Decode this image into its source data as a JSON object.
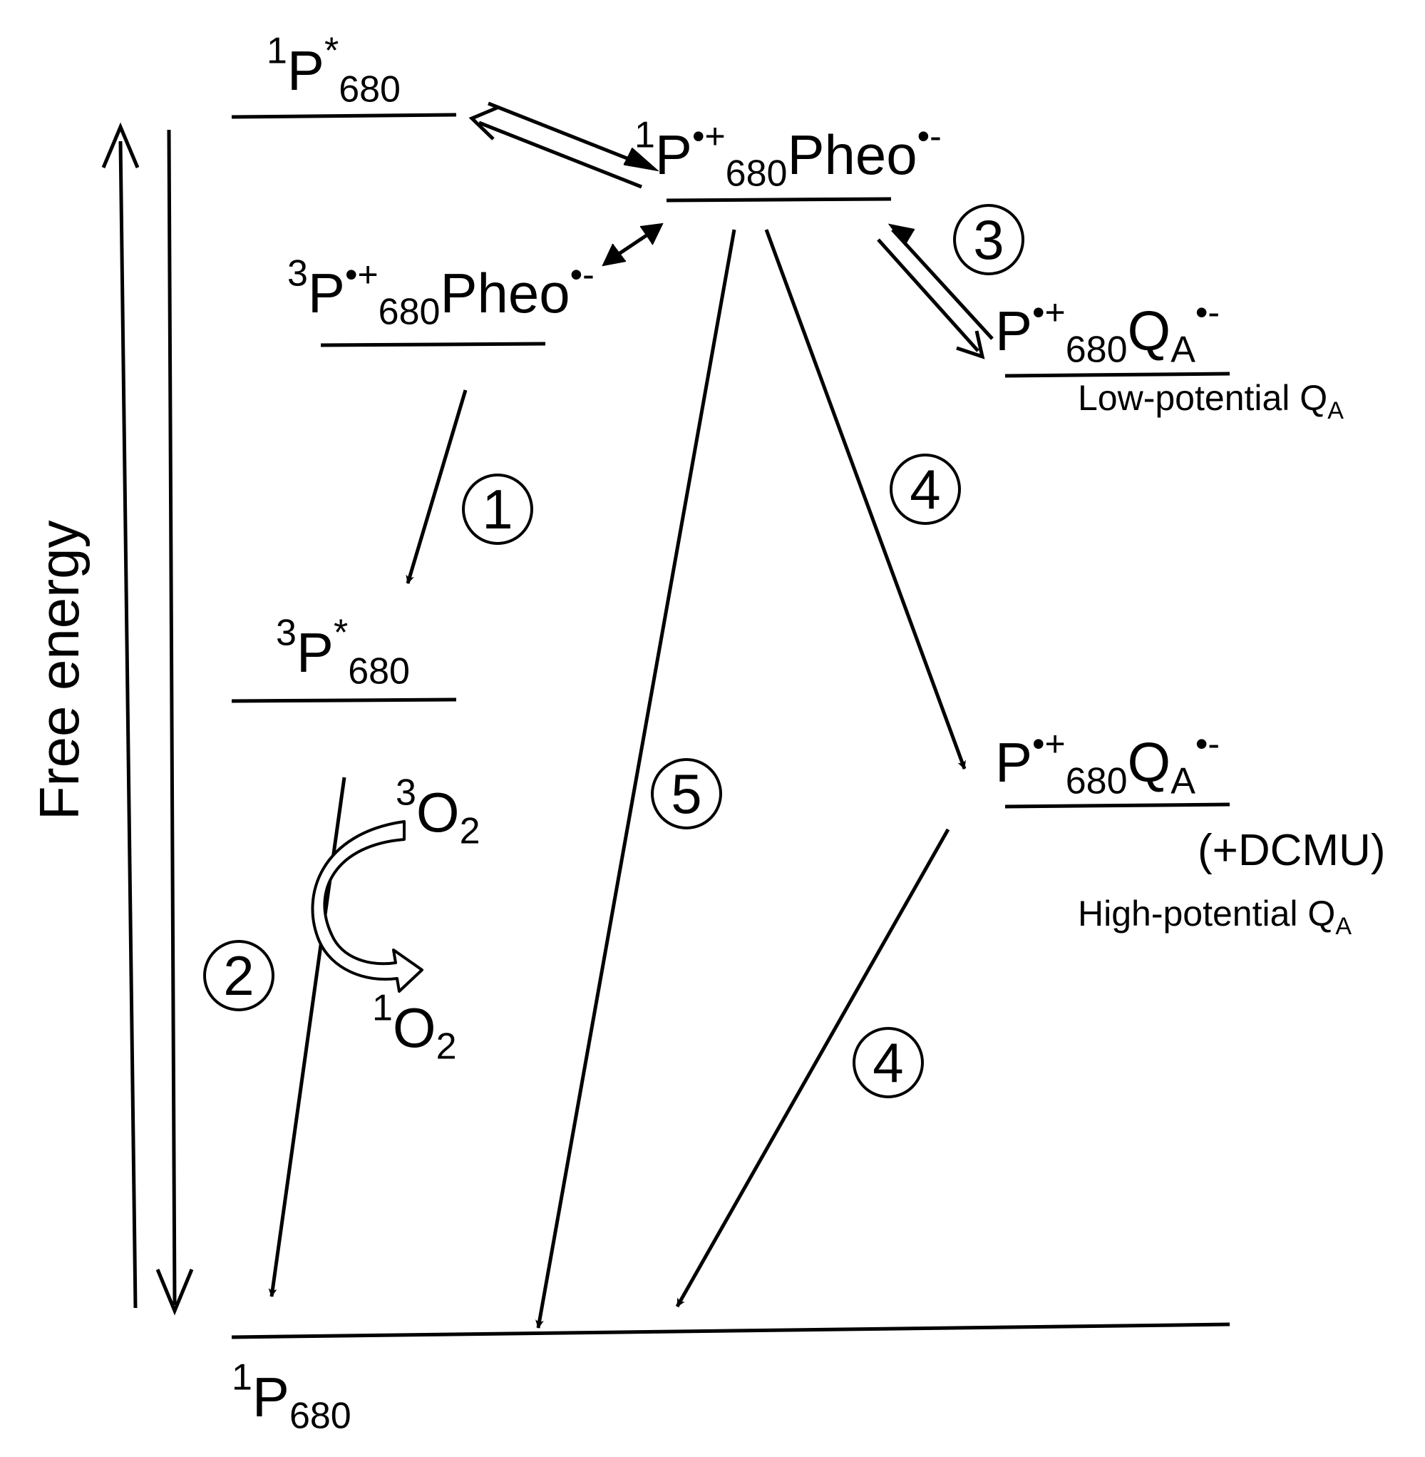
{
  "axis": {
    "label": "Free energy"
  },
  "states": {
    "p680_singlet_excited": {
      "pre": "1",
      "main": "P",
      "mark": "*",
      "sub": "680"
    },
    "p680_pheo_singlet_pair": {
      "pre": "1",
      "p": "P",
      "pmark": "•+",
      "psub": "680",
      "x": "Pheo",
      "xmark": "•-"
    },
    "p680_pheo_triplet_pair": {
      "pre": "3",
      "p": "P",
      "pmark": "•+",
      "psub": "680",
      "x": "Pheo",
      "xmark": "•-"
    },
    "p680_triplet": {
      "pre": "3",
      "main": "P",
      "mark": "*",
      "sub": "680"
    },
    "qa_low": {
      "p": "P",
      "pmark": "•+",
      "psub": "680",
      "q": "Q",
      "qsub": "A",
      "qmark": "•-",
      "caption_main": "Low-potential Q",
      "caption_sub": "A"
    },
    "qa_high": {
      "p": "P",
      "pmark": "•+",
      "psub": "680",
      "q": "Q",
      "qsub": "A",
      "qmark": "•-",
      "dcmu": "(+DCMU)",
      "caption_main": "High-potential Q",
      "caption_sub": "A"
    },
    "ground": {
      "pre": "1",
      "main": "P",
      "sub": "680"
    }
  },
  "oxygen": {
    "triplet": {
      "pre": "3",
      "main": "O",
      "sub": "2"
    },
    "singlet": {
      "pre": "1",
      "main": "O",
      "sub": "2"
    }
  },
  "pathways": [
    "1",
    "2",
    "3",
    "4",
    "4",
    "5"
  ]
}
